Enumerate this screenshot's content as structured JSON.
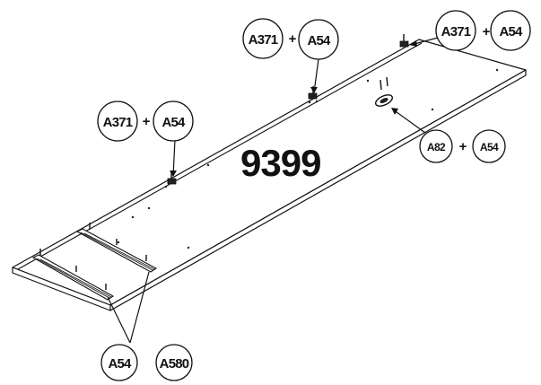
{
  "diagram": {
    "part_number": "9399",
    "callouts": [
      {
        "id": "top-middle",
        "parts": [
          "A371",
          "A54"
        ],
        "plus": "+"
      },
      {
        "id": "top-right",
        "parts": [
          "A371",
          "A54"
        ],
        "plus": "+"
      },
      {
        "id": "left",
        "parts": [
          "A371",
          "A54"
        ],
        "plus": "+"
      },
      {
        "id": "handle",
        "parts": [
          "A82",
          "A54"
        ],
        "plus": "+"
      },
      {
        "id": "bottom",
        "parts": [
          "A54",
          "A580"
        ],
        "plus": ""
      }
    ]
  }
}
